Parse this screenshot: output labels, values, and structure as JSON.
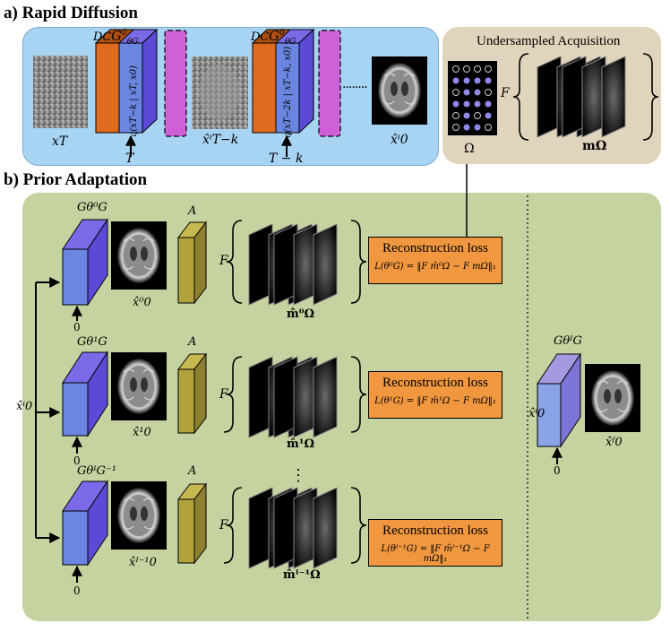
{
  "section_a": {
    "title": "a) Rapid Diffusion",
    "dc_label": "DC",
    "g_label": "G",
    "g_sup": "0",
    "g_sub": "θG",
    "x_t": "xT",
    "t_label": "T",
    "t_minus_k": "T − k",
    "x_hat_t_k": "x̂ⁱT−k",
    "x_hat_0": "x̂ⁱ0",
    "q1": "q(xT−k | xT, x0)",
    "q2": "q(xT−2k | xT−k, x0)",
    "dots": "........"
  },
  "acquisition": {
    "title": "Undersampled Acquisition",
    "omega": "Ω",
    "f_label": "F",
    "m_omega": "mΩ"
  },
  "section_b": {
    "title": "b) Prior Adaptation",
    "a_label": "A",
    "f_label": "F",
    "zero": "0",
    "x0i_left": "x̂ⁱ0",
    "x0i_right": "x̂ⁱ0",
    "vertical_dots": "⋮",
    "rows": [
      {
        "g": "Gθ⁰G",
        "xhat": "x̂⁰0",
        "mhat": "m̂⁰Ω",
        "loss_title": "Reconstruction loss",
        "loss_eq": "L(θ⁰G) = ‖F m̂⁰Ω − F mΩ‖₁"
      },
      {
        "g": "Gθ¹G",
        "xhat": "x̂¹0",
        "mhat": "m̂¹Ω",
        "loss_title": "Reconstruction loss",
        "loss_eq": "L(θ¹G) = ‖F m̂¹Ω − F mΩ‖₁"
      },
      {
        "g": "GθᴵG⁻¹",
        "xhat": "x̂ᴵ⁻¹0",
        "mhat": "m̂ᴵ⁻¹Ω",
        "loss_title": "Reconstruction loss",
        "loss_eq": "L(θᴵ⁻¹G) = ‖F m̂ᴵ⁻¹Ω − F mΩ‖₁"
      }
    ],
    "final_g": "GθᴵG",
    "final_x": "x̂ᶠ0"
  },
  "colors": {
    "panel_a": "#a8d4f4",
    "panel_acq": "#e1d4bd",
    "panel_b": "#c5d3a0",
    "dc_orange": "#e06a1e",
    "g_purple": "#5b4ad6",
    "g_blue": "#6a86e0",
    "a_olive": "#b1a23c",
    "q_magenta": "#d060d8",
    "loss_orange": "#f0973f"
  }
}
